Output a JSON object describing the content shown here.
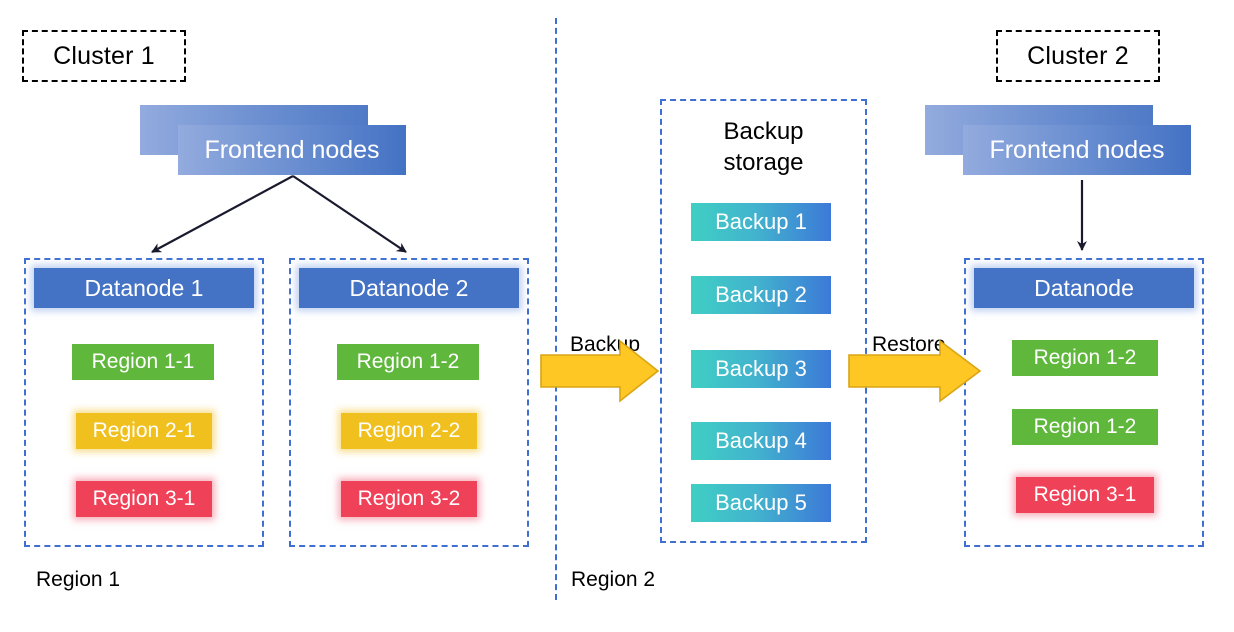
{
  "diagram": {
    "title_boxes": [
      {
        "id": "cluster1",
        "label": "Cluster 1"
      },
      {
        "id": "cluster2",
        "label": "Cluster 2"
      }
    ],
    "frontends": [
      {
        "id": "frontend1",
        "label": "Frontend nodes"
      },
      {
        "id": "frontend2",
        "label": "Frontend nodes"
      }
    ],
    "datanodes": [
      {
        "id": "datanode1",
        "header": "Datanode 1",
        "regions": [
          {
            "label": "Region 1-1",
            "color": "green",
            "hex": "#5FB73C"
          },
          {
            "label": "Region 2-1",
            "color": "yellow",
            "hex": "#F0C01F"
          },
          {
            "label": "Region 3-1",
            "color": "red",
            "hex": "#EF4158"
          }
        ]
      },
      {
        "id": "datanode2",
        "header": "Datanode 2",
        "regions": [
          {
            "label": "Region 1-2",
            "color": "green",
            "hex": "#5FB73C"
          },
          {
            "label": "Region 2-2",
            "color": "yellow",
            "hex": "#F0C01F"
          },
          {
            "label": "Region 3-2",
            "color": "red",
            "hex": "#EF4158"
          }
        ]
      },
      {
        "id": "datanode3",
        "header": "Datanode",
        "regions": [
          {
            "label": "Region 1-2",
            "color": "green",
            "hex": "#5FB73C"
          },
          {
            "label": "Region 1-2",
            "color": "green",
            "hex": "#5FB73C"
          },
          {
            "label": "Region 3-1",
            "color": "red",
            "hex": "#EF4158"
          }
        ]
      }
    ],
    "backup_storage": {
      "title_line1": "Backup",
      "title_line2": "storage",
      "items": [
        {
          "label": "Backup 1"
        },
        {
          "label": "Backup 2"
        },
        {
          "label": "Backup 3"
        },
        {
          "label": "Backup 4"
        },
        {
          "label": "Backup 5"
        }
      ]
    },
    "flow_arrows": [
      {
        "id": "backup-arrow",
        "label": "Backup"
      },
      {
        "id": "restore-arrow",
        "label": "Restore"
      }
    ],
    "region_labels": [
      {
        "id": "region1",
        "label": "Region 1"
      },
      {
        "id": "region2",
        "label": "Region 2"
      }
    ],
    "colors": {
      "datanode_header": "#4472C4",
      "frontend_gradient_start": "#93ABDE",
      "frontend_gradient_end": "#4472C4",
      "backup_gradient_start": "#3FCFC4",
      "backup_gradient_end": "#3D79D8",
      "dashed_blue": "#3F6FD1",
      "dashed_black": "#000000",
      "block_arrow_fill": "#FFC723",
      "block_arrow_stroke": "#D9A514",
      "connector_line": "#1A1A2E"
    }
  }
}
